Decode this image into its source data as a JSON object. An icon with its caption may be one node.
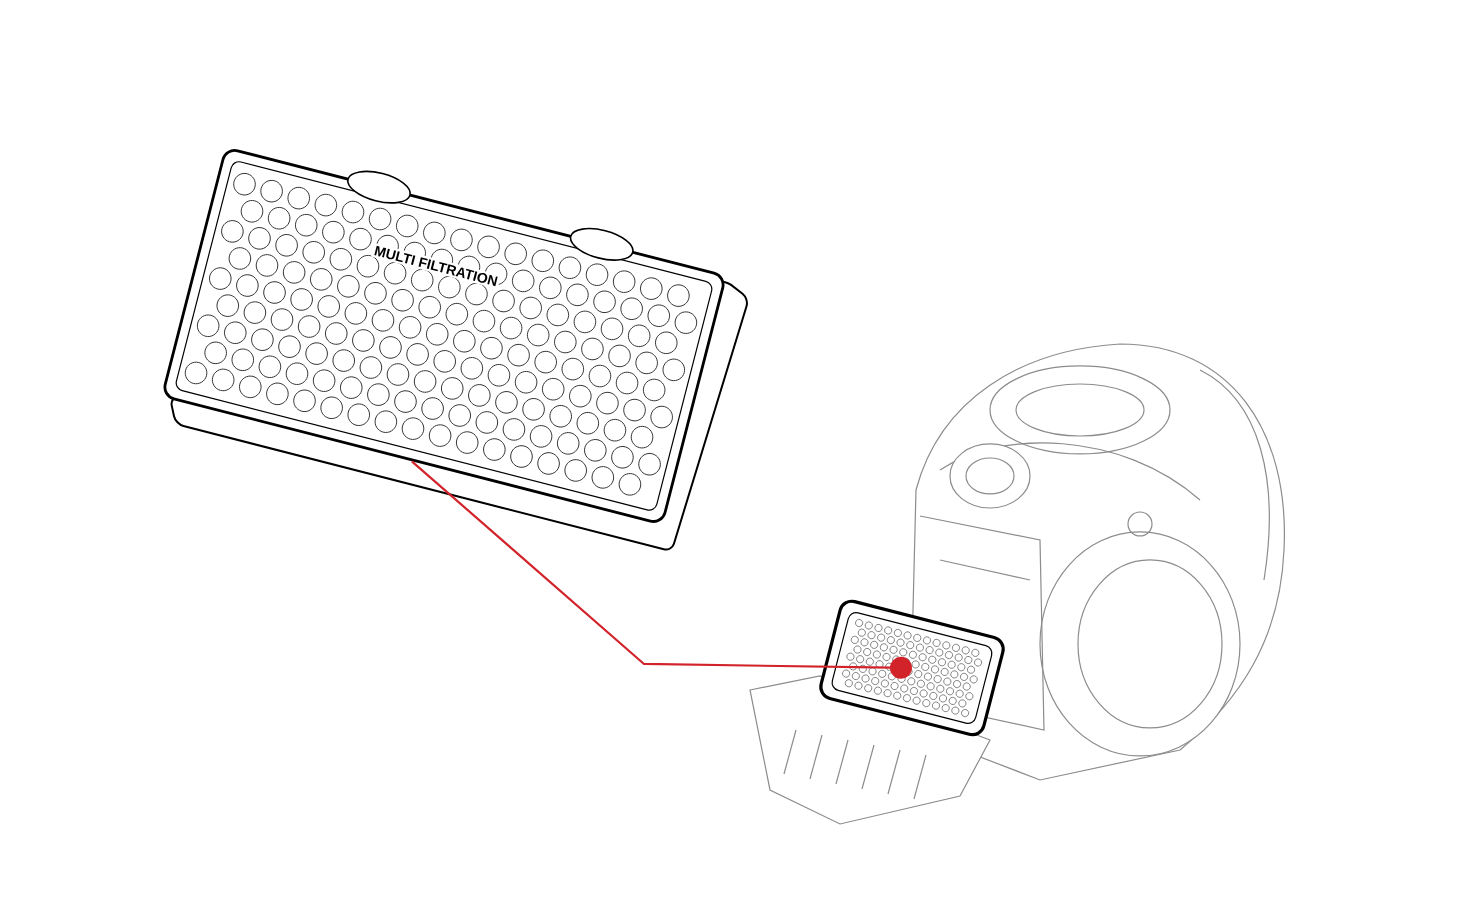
{
  "diagram": {
    "nodes": [
      {
        "text": [],
        "shape": "picture"
      },
      {
        "text": [],
        "shape": "picture"
      }
    ],
    "edges": [
      {
        "from": 0,
        "to": 1,
        "arrow": "other",
        "color": "#d2232a"
      }
    ],
    "labels": [
      "MULTI FILTRATION"
    ]
  }
}
